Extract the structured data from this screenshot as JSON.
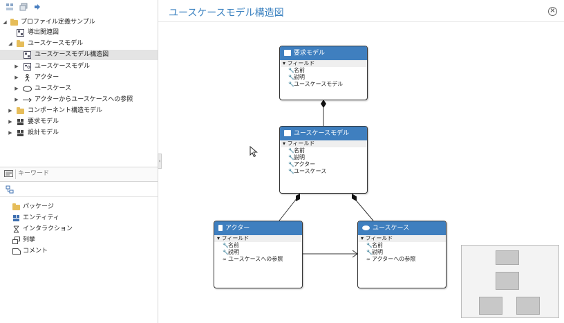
{
  "window_title": "ユースケースモデル構造図",
  "tree": [
    {
      "label": "プロファイル定義サンプル",
      "icon": "folder-icon",
      "expanded": true
    },
    {
      "label": "導出関連図",
      "icon": "diagram-icon"
    },
    {
      "label": "ユースケースモデル",
      "icon": "folder-icon",
      "expanded": true
    },
    {
      "label": "ユースケースモデル構造図",
      "icon": "diagram-icon",
      "selected": true
    },
    {
      "label": "ユースケースモデル",
      "icon": "class-icon"
    },
    {
      "label": "アクター",
      "icon": "actor-icon"
    },
    {
      "label": "ユースケース",
      "icon": "usecase-icon"
    },
    {
      "label": "アクターからユースケースへの参照",
      "icon": "association-arrow-icon"
    },
    {
      "label": "コンポーネント構造モデル",
      "icon": "folder-icon"
    },
    {
      "label": "要求モデル",
      "icon": "entity-icon"
    },
    {
      "label": "設計モデル",
      "icon": "entity-icon"
    }
  ],
  "search": {
    "placeholder": "キーワード"
  },
  "palette": [
    {
      "label": "パッケージ",
      "icon": "folder-icon"
    },
    {
      "label": "エンティティ",
      "icon": "entity-icon"
    },
    {
      "label": "インタラクション",
      "icon": "interaction-icon"
    },
    {
      "label": "列挙",
      "icon": "enum-icon"
    },
    {
      "label": "コメント",
      "icon": "comment-icon"
    }
  ],
  "diagram": {
    "nodes": [
      {
        "id": "req",
        "title": "要求モデル",
        "section": "フィールド",
        "fields": [
          "名前",
          "説明",
          "ユースケースモデル"
        ]
      },
      {
        "id": "ucm",
        "title": "ユースケースモデル",
        "section": "フィールド",
        "fields": [
          "名前",
          "説明",
          "アクター",
          "ユースケース"
        ]
      },
      {
        "id": "actor",
        "title": "アクター",
        "section": "フィールド",
        "fields": [
          "名前",
          "説明",
          "ユースケースへの参照"
        ]
      },
      {
        "id": "uc",
        "title": "ユースケース",
        "section": "フィールド",
        "fields": [
          "名前",
          "説明",
          "アクターへの参照"
        ]
      }
    ]
  },
  "colors": {
    "accent": "#3d83c1",
    "node_header": "#3f7fbf",
    "selection": "#e4e4e4"
  }
}
